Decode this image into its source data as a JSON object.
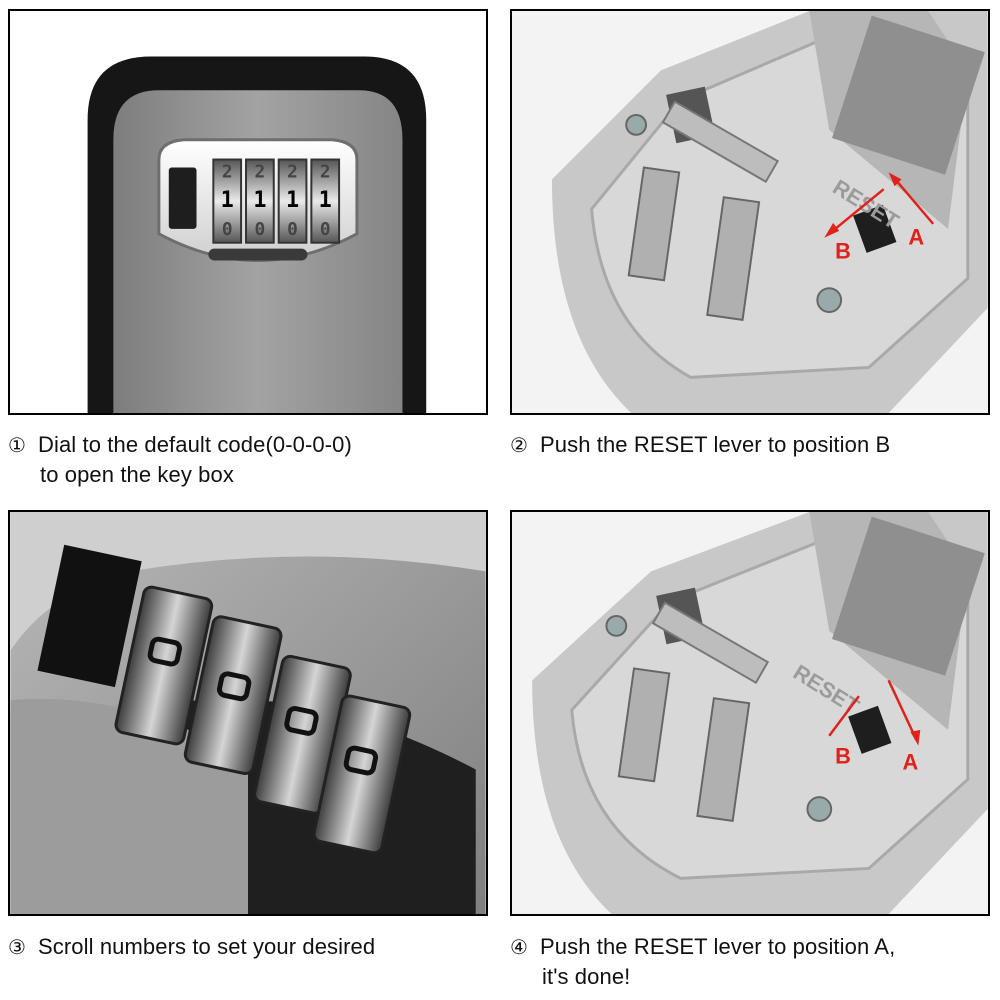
{
  "steps": [
    {
      "number": "①",
      "line1": "Dial to the default code(0-0-0-0)",
      "line2": "to open the key box"
    },
    {
      "number": "②",
      "line1": "Push the RESET lever to position B",
      "line2": ""
    },
    {
      "number": "③",
      "line1": "Scroll numbers to set your desired",
      "line2": ""
    },
    {
      "number": "④",
      "line1": "Push the RESET lever to position A,",
      "line2": "it's done!"
    }
  ],
  "dial": {
    "top_digits": [
      "2",
      "2",
      "2",
      "2"
    ],
    "mid_digits": [
      "1",
      "1",
      "1",
      "1"
    ],
    "bottom_digits": [
      "0",
      "0",
      "0",
      "0"
    ]
  },
  "reset_panel": {
    "label": "RESET",
    "position_a": "A",
    "position_b": "B"
  },
  "colors": {
    "arrow": "#e0221b",
    "lockbox_body": "#1a1a1a",
    "lockbox_face": "#9a9a9a"
  }
}
